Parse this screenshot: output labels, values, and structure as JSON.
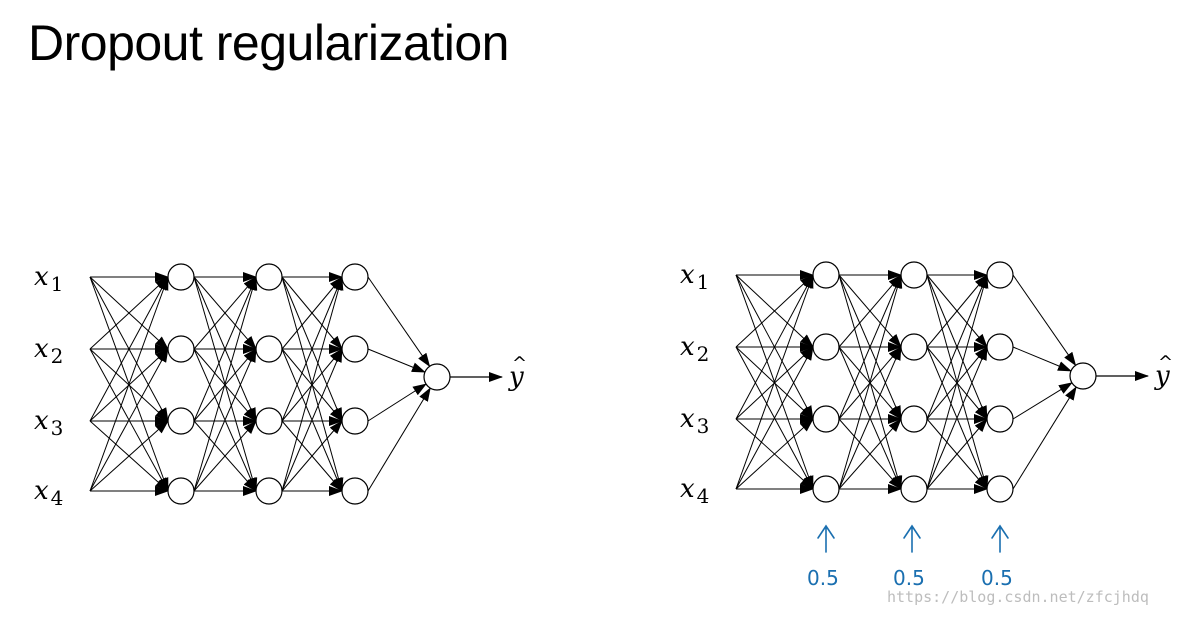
{
  "title": "Dropout regularization",
  "inputs": [
    "1",
    "2",
    "3",
    "4"
  ],
  "input_symbol": "x",
  "output_symbol": "y",
  "output_hat": "^",
  "keep_prob_labels": [
    "0.5",
    "0.5",
    "0.5"
  ],
  "watermark": "https://blog.csdn.net/zfcjhdq",
  "colors": {
    "ink": "#000000",
    "annotation": "#1a6fb0",
    "watermark": "#bdbdbd"
  }
}
